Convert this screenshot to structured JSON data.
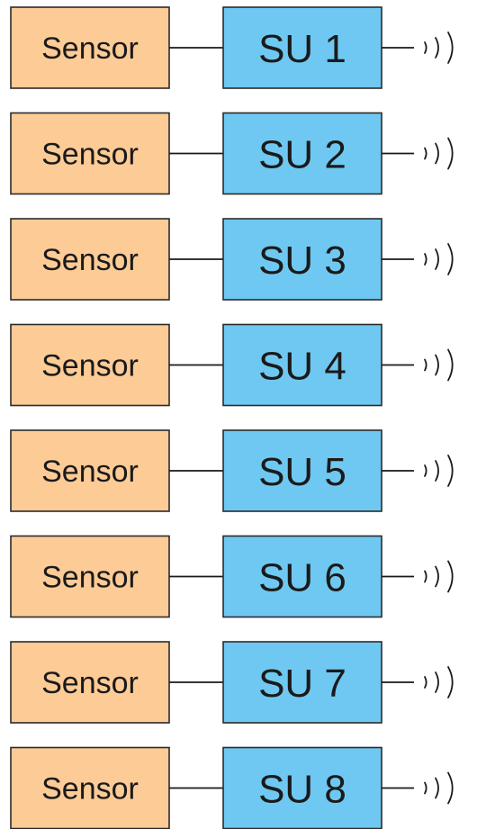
{
  "colors": {
    "sensor_fill": "#FCCB96",
    "unit_fill": "#6FC8F1",
    "stroke": "#2b2b2b"
  },
  "icons": {
    "transmit": "wireless-signal-icon"
  },
  "rows": [
    {
      "sensor_label": "Sensor",
      "unit_label": "SU 1"
    },
    {
      "sensor_label": "Sensor",
      "unit_label": "SU 2"
    },
    {
      "sensor_label": "Sensor",
      "unit_label": "SU 3"
    },
    {
      "sensor_label": "Sensor",
      "unit_label": "SU 4"
    },
    {
      "sensor_label": "Sensor",
      "unit_label": "SU 5"
    },
    {
      "sensor_label": "Sensor",
      "unit_label": "SU 6"
    },
    {
      "sensor_label": "Sensor",
      "unit_label": "SU 7"
    },
    {
      "sensor_label": "Sensor",
      "unit_label": "SU 8"
    }
  ]
}
